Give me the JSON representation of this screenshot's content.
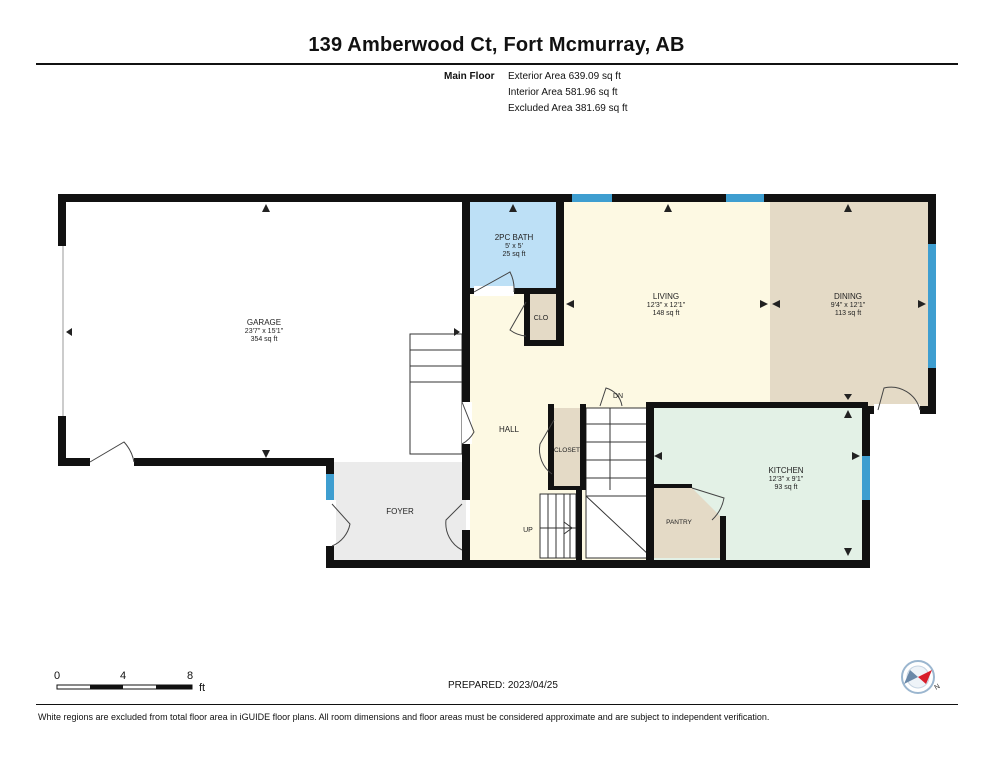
{
  "header": {
    "title": "139 Amberwood Ct, Fort Mcmurray, AB"
  },
  "areas": {
    "floor_label": "Main Floor",
    "exterior": "Exterior Area 639.09 sq ft",
    "interior": "Interior Area 581.96 sq ft",
    "excluded": "Excluded Area 381.69 sq ft"
  },
  "rooms": {
    "garage": {
      "name": "GARAGE",
      "dims": "23'7\" x 15'1\"",
      "area": "354 sq ft"
    },
    "bath": {
      "name": "2PC BATH",
      "dims": "5' x 5'",
      "area": "25 sq ft"
    },
    "living": {
      "name": "LIVING",
      "dims": "12'3\" x 12'1\"",
      "area": "148 sq ft"
    },
    "dining": {
      "name": "DINING",
      "dims": "9'4\" x 12'1\"",
      "area": "113 sq ft"
    },
    "kitchen": {
      "name": "KITCHEN",
      "dims": "12'3\" x 9'1\"",
      "area": "93 sq ft"
    },
    "clo": "CLO",
    "hall": "HALL",
    "closet": "CLOSET",
    "foyer": "FOYER",
    "pantry": "PANTRY",
    "up": "UP",
    "dn": "DN"
  },
  "colors": {
    "wall": "#111111",
    "garage": "#ffffff",
    "bath": "#bde0f6",
    "hall": "#fdf9e3",
    "living": "#fdf9e3",
    "dining": "#e4dac6",
    "kitchen": "#e3f1e6",
    "foyer": "#ebebeb",
    "closet": "#e4dac6",
    "window": "#3e9ed0"
  },
  "scale": {
    "ticks": [
      "0",
      "4",
      "8"
    ],
    "unit": "ft"
  },
  "footer": {
    "prepared": "PREPARED: 2023/04/25",
    "note": "White regions are excluded from total floor area in iGUIDE floor plans. All room dimensions and floor areas must be considered approximate and are subject to independent verification."
  },
  "compass_icon": "compass-icon"
}
